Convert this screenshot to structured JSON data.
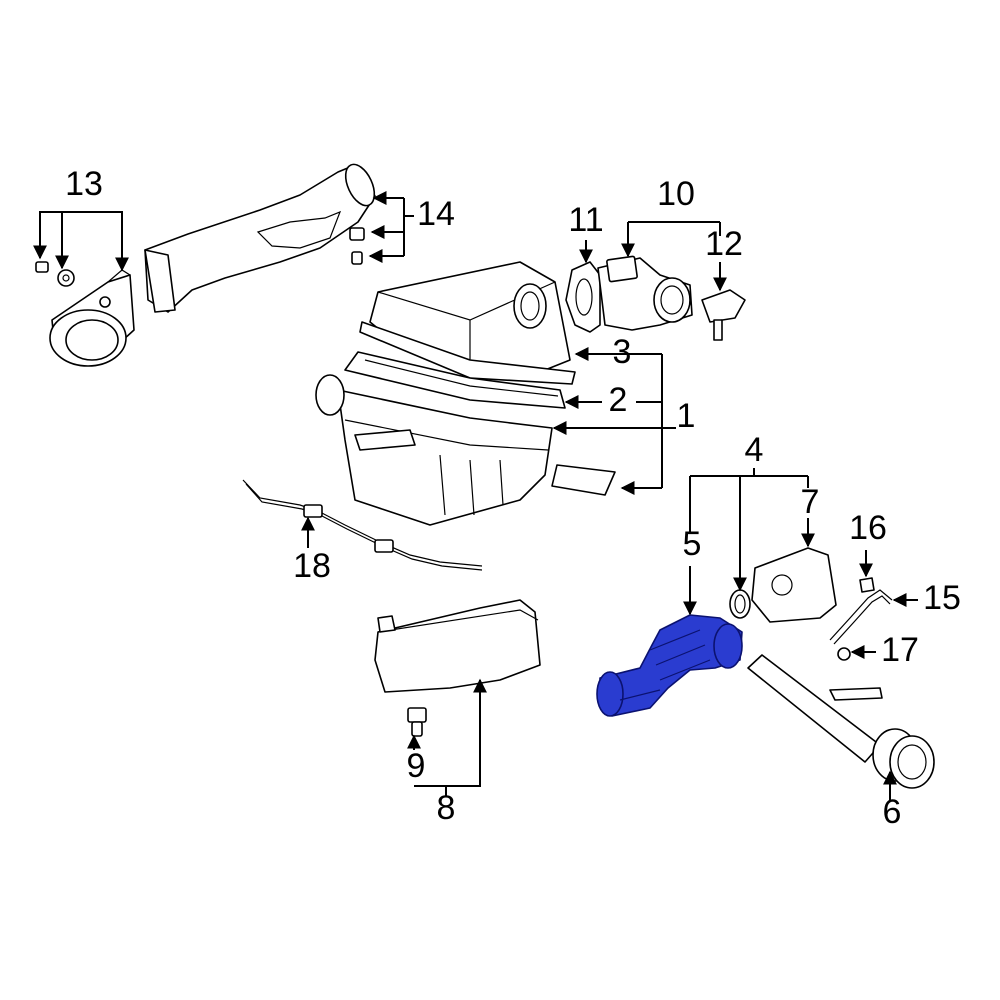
{
  "colors": {
    "highlight": "#2a3cd0",
    "ink": "#000000",
    "background": "#ffffff"
  },
  "highlighted_part": "5",
  "callouts": {
    "c1": "1",
    "c2": "2",
    "c3": "3",
    "c4": "4",
    "c5": "5",
    "c6": "6",
    "c7": "7",
    "c8": "8",
    "c9": "9",
    "c10": "10",
    "c11": "11",
    "c12": "12",
    "c13": "13",
    "c14": "14",
    "c15": "15",
    "c16": "16",
    "c17": "17",
    "c18": "18"
  }
}
